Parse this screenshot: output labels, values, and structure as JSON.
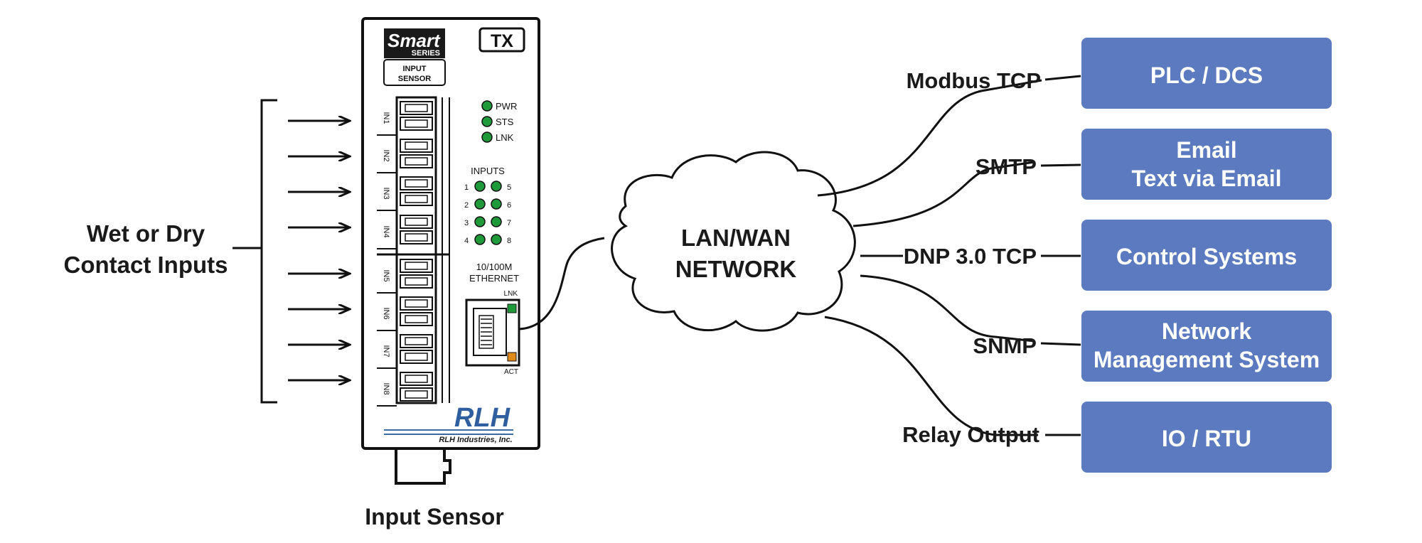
{
  "left_label": {
    "line1": "Wet or Dry",
    "line2": "Contact Inputs"
  },
  "device": {
    "brand_line1": "Smart",
    "brand_line2": "SERIES",
    "model_line1": "INPUT",
    "model_line2": "SENSOR",
    "badge": "TX",
    "status_leds": [
      "PWR",
      "STS",
      "LNK"
    ],
    "inputs_title": "INPUTS",
    "input_led_numbers_left": [
      "1",
      "2",
      "3",
      "4"
    ],
    "input_led_numbers_right": [
      "5",
      "6",
      "7",
      "8"
    ],
    "terminal_labels": [
      "IN1",
      "IN2",
      "IN3",
      "IN4",
      "IN5",
      "IN6",
      "IN7",
      "IN8"
    ],
    "ethernet_line1": "10/100M",
    "ethernet_line2": "ETHERNET",
    "eth_lnk": "LNK",
    "eth_act": "ACT",
    "logo_text": "RLH",
    "company": "RLH Industries, Inc.",
    "caption": "Input Sensor"
  },
  "cloud": {
    "line1": "LAN/WAN",
    "line2": "NETWORK"
  },
  "protocols": [
    "Modbus TCP",
    "SMTP",
    "DNP 3.0 TCP",
    "SNMP",
    "Relay Output"
  ],
  "destinations": [
    {
      "line1": "PLC / DCS",
      "line2": ""
    },
    {
      "line1": "Email",
      "line2": "Text via Email"
    },
    {
      "line1": "Control Systems",
      "line2": ""
    },
    {
      "line1": "Network",
      "line2": "Management System"
    },
    {
      "line1": "IO / RTU",
      "line2": ""
    }
  ],
  "colors": {
    "box": "#5b7ac0",
    "led": "#1e9a3a",
    "act": "#e08a1a",
    "line": "#111111"
  }
}
